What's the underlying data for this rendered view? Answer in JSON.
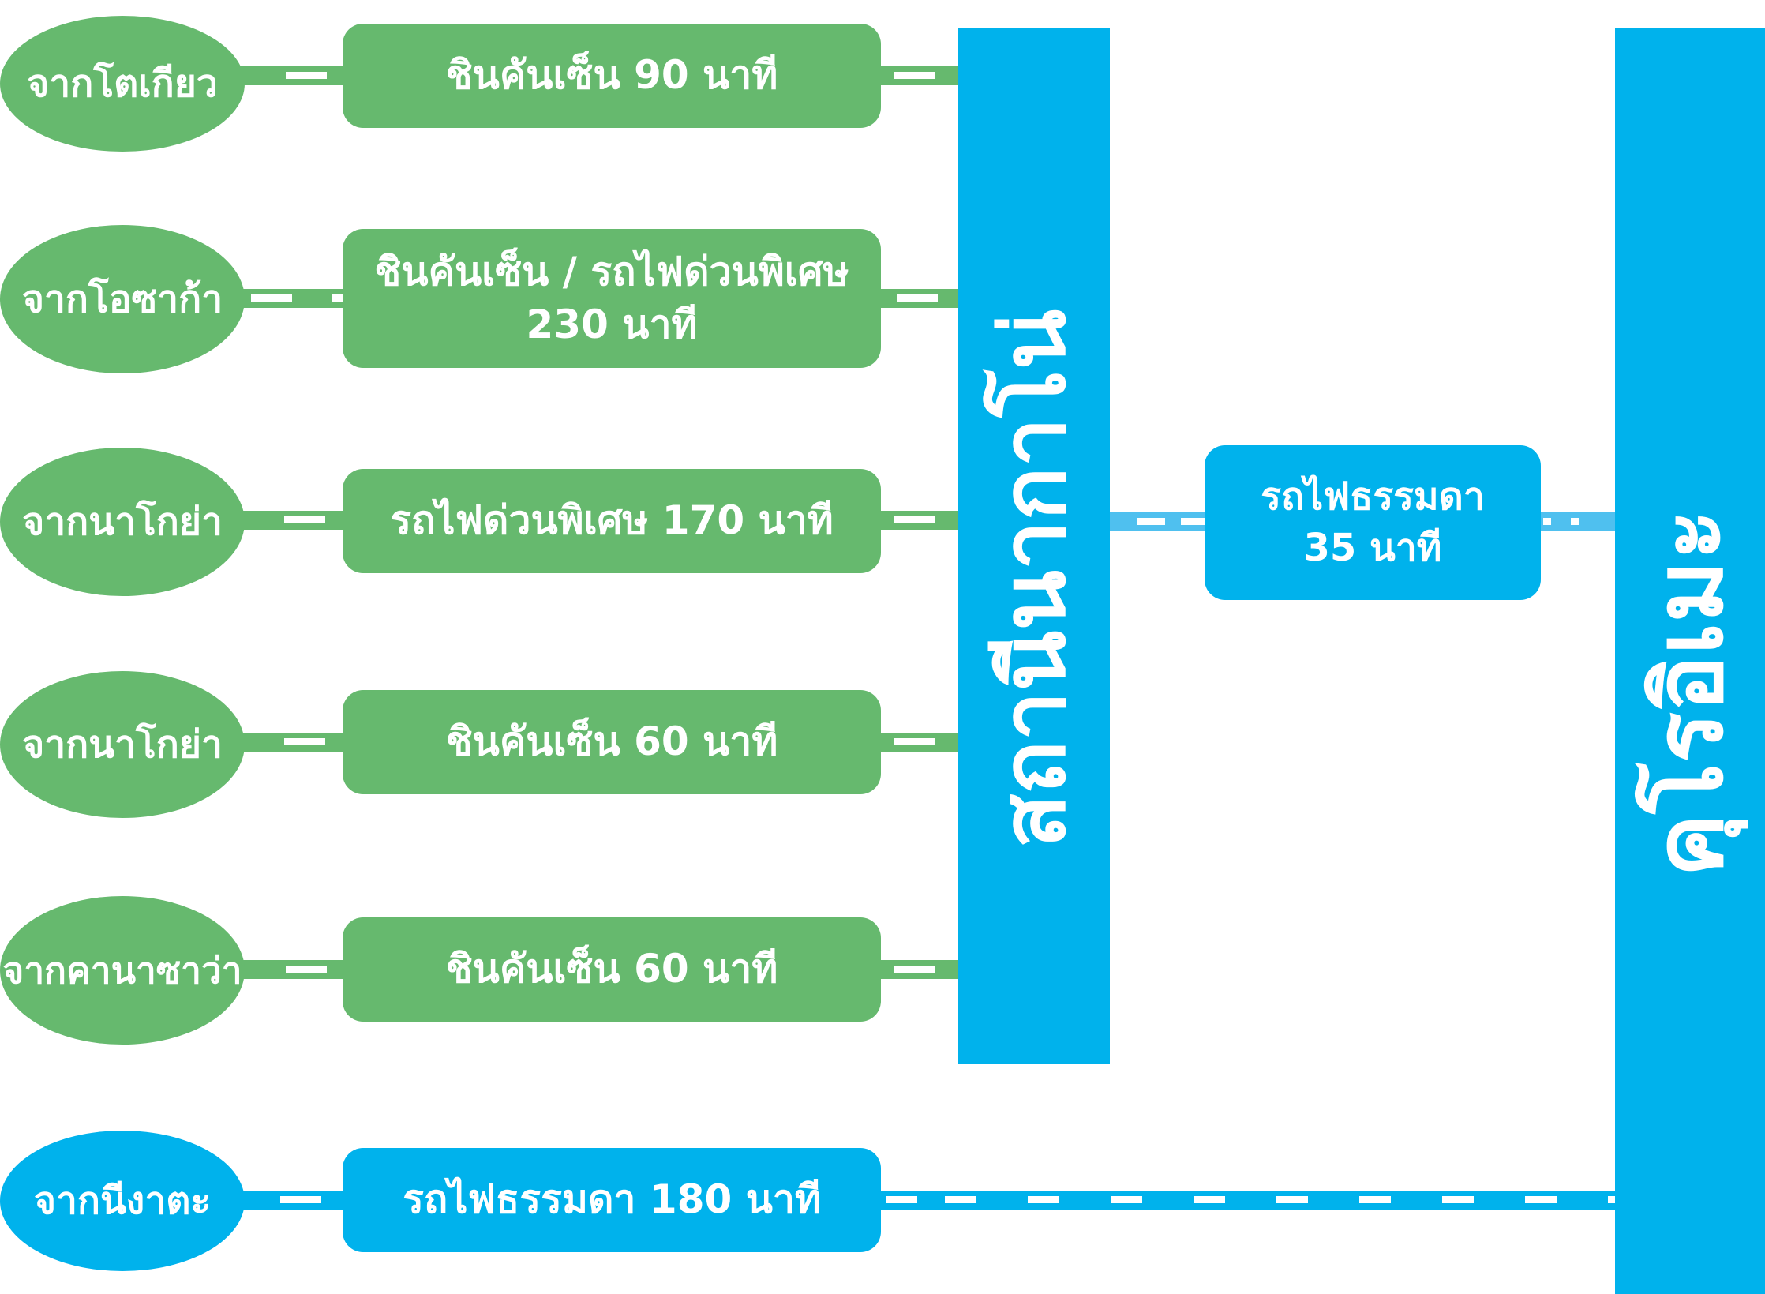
{
  "colors": {
    "green": "#66b96e",
    "blue": "#00b2ec",
    "white": "#ffffff"
  },
  "rows": [
    {
      "origin": "จากโตเกียว",
      "route_line1": "ชินคันเซ็น 90 นาที",
      "route_line2": ""
    },
    {
      "origin": "จากโอซาก้า",
      "route_line1": "ชินคันเซ็น / รถไฟด่วนพิเศษ",
      "route_line2": "230 นาที"
    },
    {
      "origin": "จากนาโกย่า",
      "route_line1": "รถไฟด่วนพิเศษ 170 นาที",
      "route_line2": ""
    },
    {
      "origin": "จากนาโกย่า",
      "route_line1": "ชินคันเซ็น 60 นาที",
      "route_line2": ""
    },
    {
      "origin": "จากคานาซาว่า",
      "route_line1": "ชินคันเซ็น 60 นาที",
      "route_line2": ""
    },
    {
      "origin": "จากนีงาตะ",
      "route_line1": "รถไฟธรรมดา 180 นาที",
      "route_line2": ""
    }
  ],
  "hub": {
    "label": "สถานีนากาโน่"
  },
  "destination": {
    "label": "คุโรอิเมะ"
  },
  "connector": {
    "line1": "รถไฟธรรมดา",
    "line2": "35 นาที"
  }
}
